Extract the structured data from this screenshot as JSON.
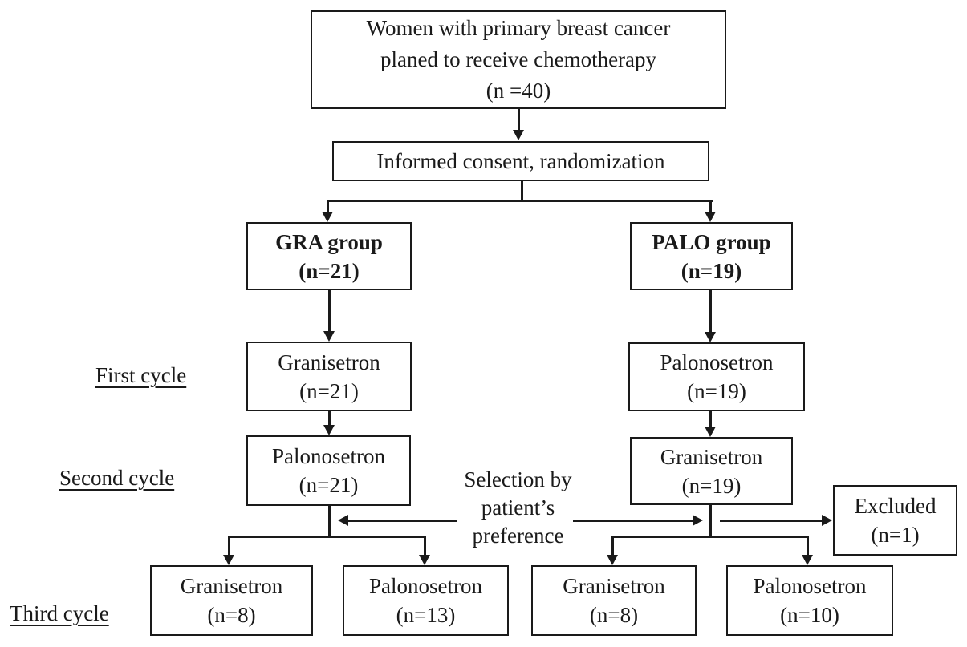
{
  "flowchart": {
    "nodes": {
      "enrollment": {
        "line1": "Women with primary breast cancer",
        "line2": "planed to receive chemotherapy",
        "line3": "(n =40)"
      },
      "randomization": {
        "line1": "Informed consent, randomization"
      },
      "gra_group": {
        "line1": "GRA group",
        "line2": "(n=21)"
      },
      "palo_group": {
        "line1": "PALO group",
        "line2": "(n=19)"
      },
      "cycle1_left": {
        "line1": "Granisetron",
        "line2": "(n=21)"
      },
      "cycle1_right": {
        "line1": "Palonosetron",
        "line2": "(n=19)"
      },
      "cycle2_left": {
        "line1": "Palonosetron",
        "line2": "(n=21)"
      },
      "cycle2_right": {
        "line1": "Granisetron",
        "line2": "(n=19)"
      },
      "excluded": {
        "line1": "Excluded",
        "line2": "(n=1)"
      },
      "cycle3_left1": {
        "line1": "Granisetron",
        "line2": "(n=8)"
      },
      "cycle3_left2": {
        "line1": "Palonosetron",
        "line2": "(n=13)"
      },
      "cycle3_right1": {
        "line1": "Granisetron",
        "line2": "(n=8)"
      },
      "cycle3_right2": {
        "line1": "Palonosetron",
        "line2": "(n=10)"
      }
    },
    "row_labels": {
      "first": "First cycle",
      "second": "Second cycle",
      "third": "Third cycle"
    },
    "annotation": {
      "line1": "Selection by",
      "line2": "patient’s",
      "line3": "preference"
    },
    "colors": {
      "ink": "#1a1a1a",
      "background": "#ffffff"
    }
  }
}
